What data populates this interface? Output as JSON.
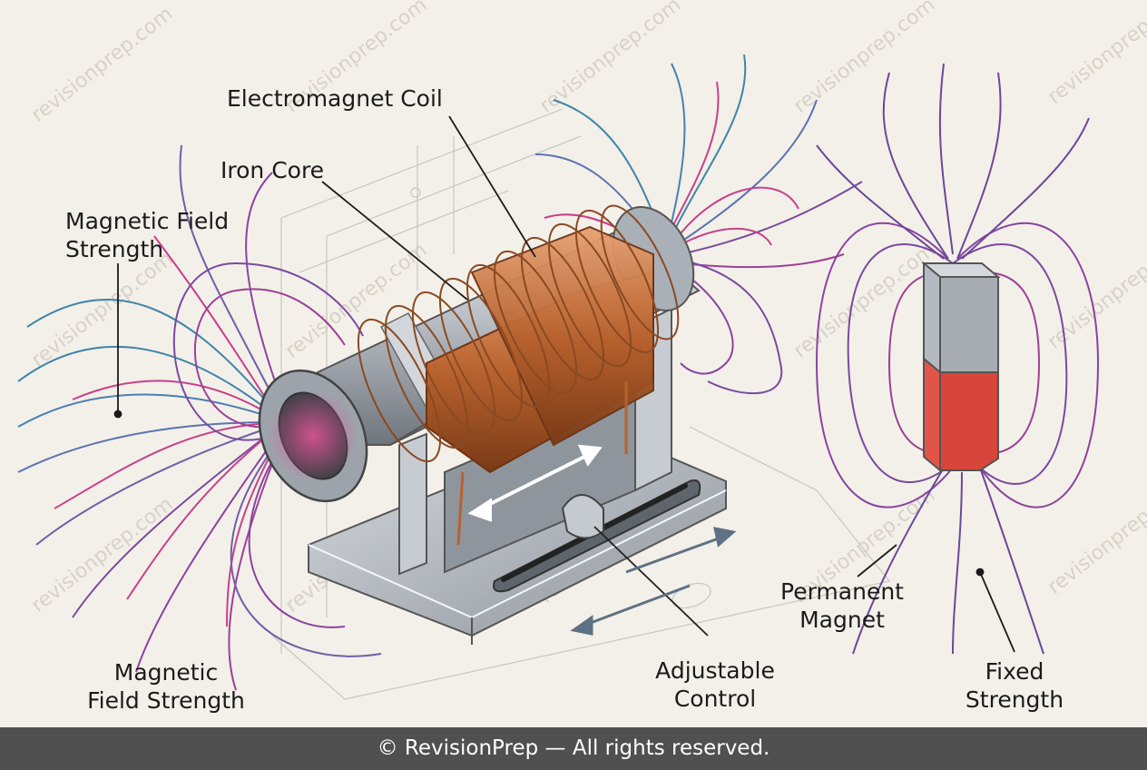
{
  "labels": {
    "electromagnet_coil": "Electromagnet Coil",
    "iron_core": "Iron Core",
    "magnetic_field_strength_top": [
      "Magnetic Field",
      "Strength"
    ],
    "magnetic_field_strength_bottom": [
      "Magnetic",
      "Field Strength"
    ],
    "adjustable_control": [
      "Adjustable",
      "Control"
    ],
    "permanent_magnet": [
      "Permanent",
      "Magnet"
    ],
    "fixed_strength": [
      "Fixed",
      "Strength"
    ]
  },
  "watermark": "revisionprep.com",
  "footer": "© RevisionPrep — All rights reserved.",
  "colors": {
    "field_pink": "#c8408a",
    "field_purple": "#7a4aa0",
    "field_blue": "#3f86a8",
    "copper": "#b8622e",
    "steel": "#a9aeb5",
    "magnet_red": "#d8453a",
    "magnet_grey": "#a7acb3",
    "footer_bg": "#505050"
  }
}
